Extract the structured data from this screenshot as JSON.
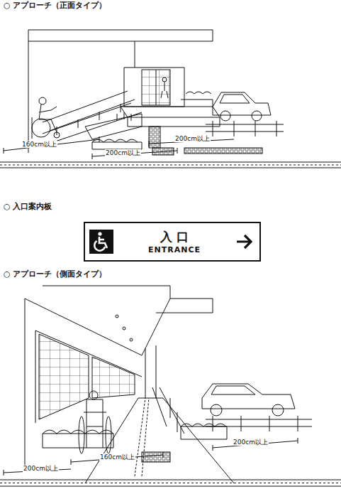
{
  "diagram": {
    "nodes": [
      {
        "text": [
          "入 口",
          "ENTRANCE"
        ]
      }
    ],
    "edges": [],
    "labels": [
      "○ アプローチ（正面タイプ）",
      "200cm以上",
      "160cm以上",
      "200cm以上",
      "○ 入口案内板",
      "○ アプローチ（側面タイプ）",
      "200cm以上",
      "160cm以上",
      "200cm以上"
    ]
  }
}
